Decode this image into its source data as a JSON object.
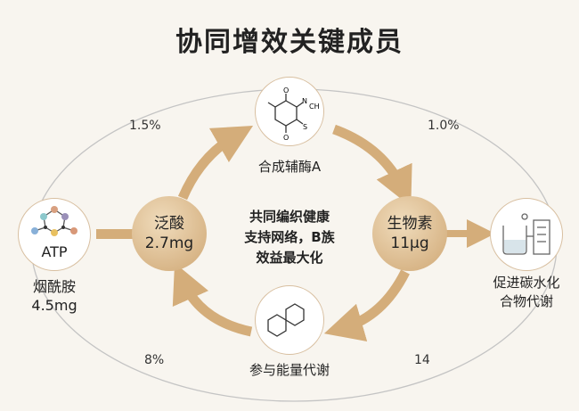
{
  "title": "协同增效关键成员",
  "center_text": [
    "共同编织健康",
    "支持网络，B族",
    "效益最大化"
  ],
  "nodes": {
    "top": {
      "label": "合成辅酶A",
      "icon": "molecule-structure-icon",
      "atoms": [
        "N",
        "CH",
        "S",
        "O",
        "O"
      ]
    },
    "left": {
      "icon_label": "ATP",
      "name": "烟酰胺",
      "amount": "4.5mg"
    },
    "right": {
      "name_lines": [
        "促进碳水化",
        "合物代谢"
      ],
      "icon": "beaker-icon"
    },
    "bottom": {
      "label": "参与能量代谢",
      "icon": "biphenyl-icon"
    },
    "pantothenic": {
      "name": "泛酸",
      "amount": "2.7mg"
    },
    "biotin": {
      "name": "生物素",
      "amount": "11μg"
    }
  },
  "percentages": {
    "top_left": "1.5%",
    "top_right": "1.0%",
    "bottom_left": "8%",
    "bottom_right": "14"
  },
  "colors": {
    "gold": "#cfa774",
    "arrow": "#d4ad7a",
    "ring": "#bbbbbb"
  }
}
